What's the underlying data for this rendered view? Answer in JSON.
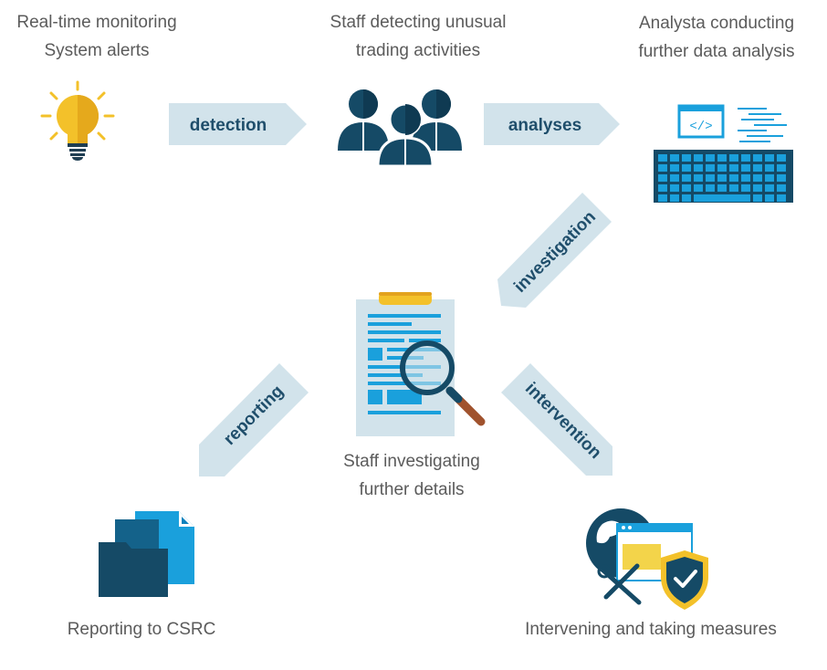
{
  "nodes": {
    "monitoring": {
      "line1": "Real-time monitoring",
      "line2": "System alerts",
      "icon": "lightbulb-icon"
    },
    "detecting": {
      "line1": "Staff detecting unusual",
      "line2": "trading activities",
      "icon": "staff-group-icon"
    },
    "analysis": {
      "line1": "Analysta conducting",
      "line2": "further data analysis",
      "icon": "keyboard-code-icon"
    },
    "investigating": {
      "line1": "Staff investigating",
      "line2": "further details",
      "icon": "clipboard-magnifier-icon"
    },
    "reporting": {
      "line1": "Reporting to CSRC",
      "icon": "documents-icon"
    },
    "intervening": {
      "line1": "Intervening and taking measures",
      "icon": "globe-shield-tools-icon"
    }
  },
  "arrows": {
    "detection": "detection",
    "analyses": "analyses",
    "investigation": "investigation",
    "reporting": "reporting",
    "intervention": "intervention"
  },
  "colors": {
    "arrow_fill": "#d2e3eb",
    "arrow_text": "#1f4e6b",
    "dark_navy": "#154a66",
    "bright_blue": "#1aa0dc",
    "bulb_yellow": "#f3c12a",
    "caption_gray": "#5b5b5b"
  }
}
